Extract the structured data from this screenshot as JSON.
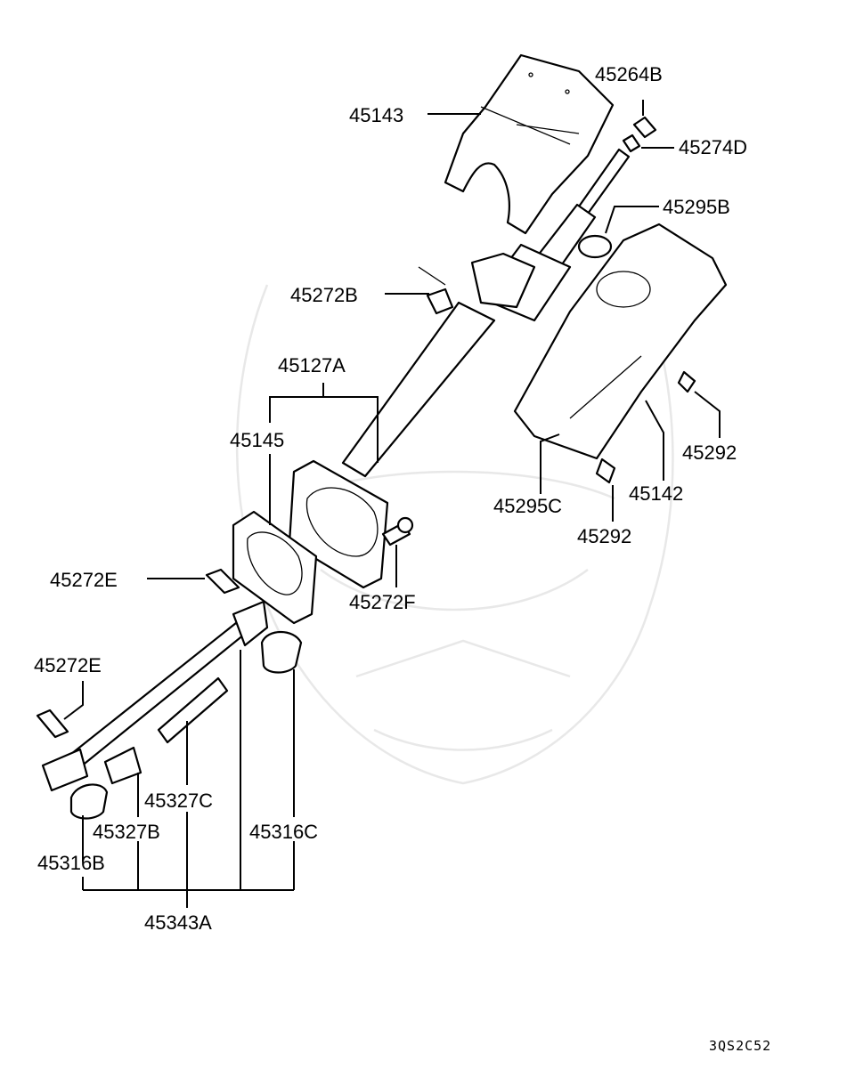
{
  "diagram": {
    "parts": [
      {
        "id": "p45143",
        "number": "45143"
      },
      {
        "id": "p45264B",
        "number": "45264B"
      },
      {
        "id": "p45274D",
        "number": "45274D"
      },
      {
        "id": "p45295B",
        "number": "45295B"
      },
      {
        "id": "p45272B",
        "number": "45272B"
      },
      {
        "id": "p45127A",
        "number": "45127A"
      },
      {
        "id": "p45145",
        "number": "45145"
      },
      {
        "id": "p45292a",
        "number": "45292"
      },
      {
        "id": "p45142",
        "number": "45142"
      },
      {
        "id": "p45295C",
        "number": "45295C"
      },
      {
        "id": "p45292b",
        "number": "45292"
      },
      {
        "id": "p45272E_a",
        "number": "45272E"
      },
      {
        "id": "p45272F",
        "number": "45272F"
      },
      {
        "id": "p45272E_b",
        "number": "45272E"
      },
      {
        "id": "p45327C",
        "number": "45327C"
      },
      {
        "id": "p45327B",
        "number": "45327B"
      },
      {
        "id": "p45316C",
        "number": "45316C"
      },
      {
        "id": "p45316B",
        "number": "45316B"
      },
      {
        "id": "p45343A",
        "number": "45343A"
      }
    ],
    "figure_code": "3QS2C52"
  }
}
